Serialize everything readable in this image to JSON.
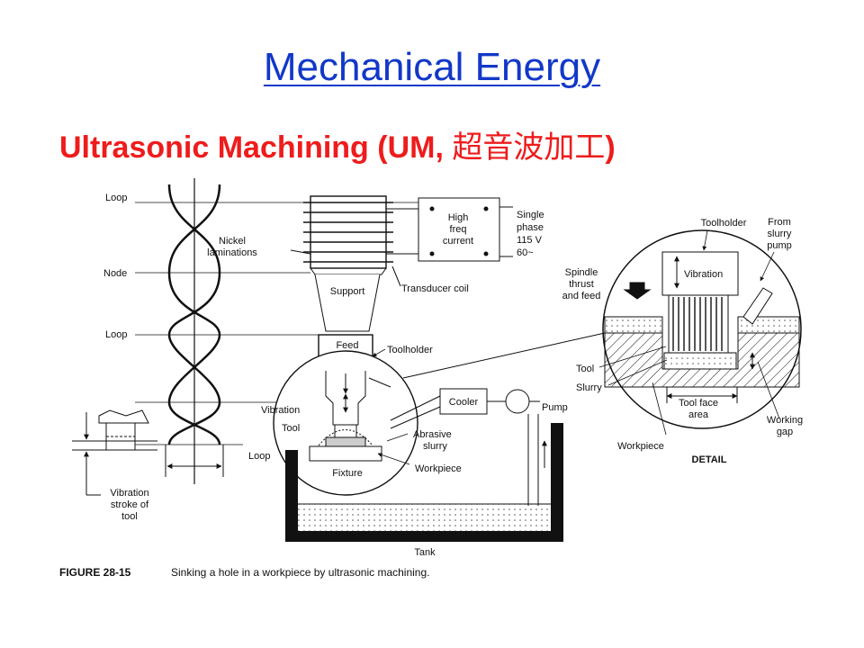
{
  "slide": {
    "title": "Mechanical Energy",
    "subtitle": "Ultrasonic Machining (UM, ",
    "subtitle_cjk": "超音波加工",
    "subtitle_end": ")",
    "title_color": "#1238c8",
    "subtitle_color": "#ee1c1c"
  },
  "figure": {
    "labels": {
      "loop_top": "Loop",
      "nickel_1": "Nickel",
      "nickel_2": "laminations",
      "node": "Node",
      "loop_mid": "Loop",
      "loop_bottom": "Loop",
      "vibration_left": "Vibration",
      "tool_left": "Tool",
      "stroke_1": "Vibration",
      "stroke_2": "stroke of",
      "stroke_3": "tool",
      "high_1": "High",
      "high_2": "freq",
      "high_3": "current",
      "single_1": "Single",
      "single_2": "phase",
      "single_3": "115 V",
      "single_4": "60~",
      "support": "Support",
      "transducer": "Transducer coil",
      "feed": "Feed",
      "toolholder": "Toolholder",
      "abrasive_1": "Abrasive",
      "abrasive_2": "slurry",
      "fixture": "Fixture",
      "workpiece": "Workpiece",
      "cooler": "Cooler",
      "pump": "Pump",
      "tank": "Tank",
      "detail_toolholder": "Toolholder",
      "from_1": "From",
      "from_2": "slurry",
      "from_3": "pump",
      "spindle_1": "Spindle",
      "spindle_2": "thrust",
      "spindle_3": "and feed",
      "detail_vibration": "Vibration",
      "detail_tool": "Tool",
      "detail_slurry": "Slurry",
      "toolface_1": "Tool face",
      "toolface_2": "area",
      "working_1": "Working",
      "working_2": "gap",
      "detail_workpiece": "Workpiece",
      "detail": "DETAIL"
    },
    "caption_number": "FIGURE 28-15",
    "caption_text": "Sinking a hole in a workpiece by ultrasonic machining."
  }
}
